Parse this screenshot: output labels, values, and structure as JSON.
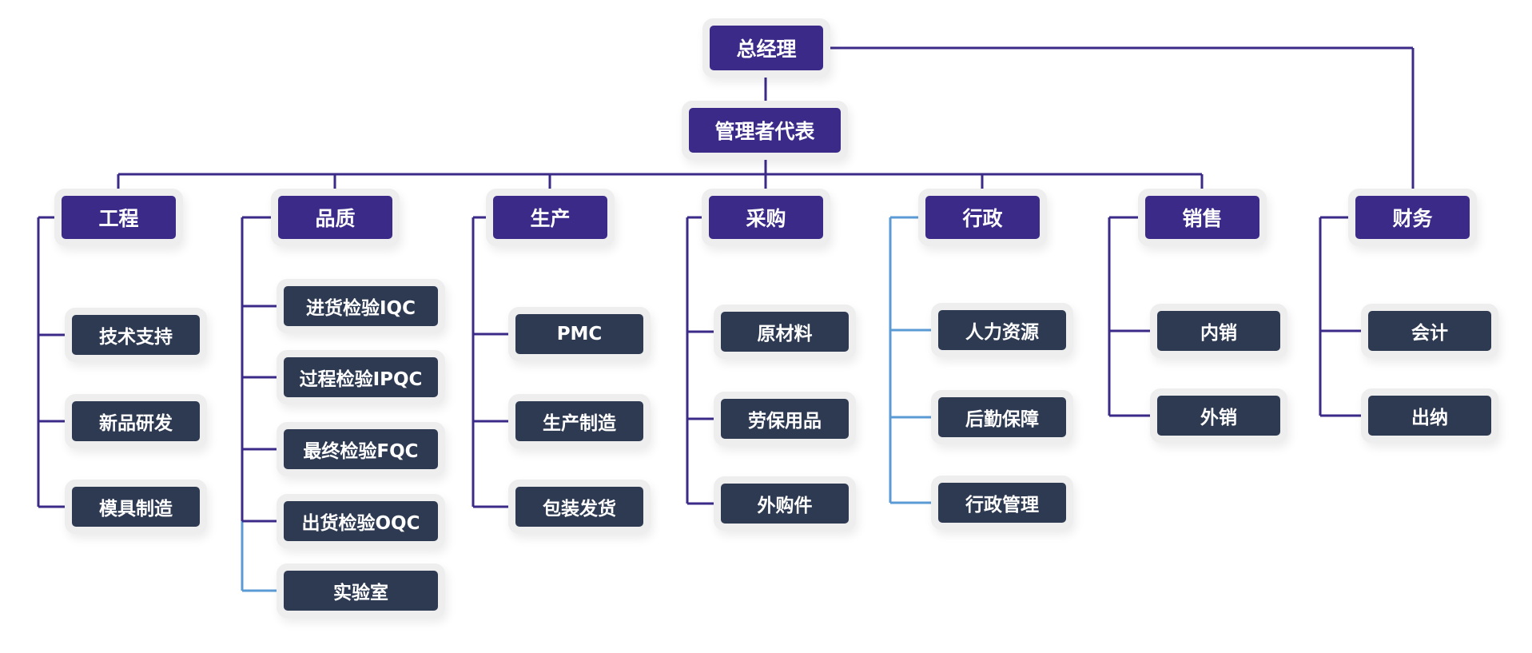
{
  "colors": {
    "header_fill": "#3b2a88",
    "sub_fill": "#2d3a52",
    "connector": "#3b2a88",
    "connector_light": "#5b9bd5",
    "text": "#ffffff"
  },
  "top": {
    "label": "总经理"
  },
  "rep": {
    "label": "管理者代表"
  },
  "departments": [
    {
      "label": "工程",
      "subs": [
        "技术支持",
        "新品研发",
        "模具制造"
      ]
    },
    {
      "label": "品质",
      "subs": [
        "进货检验IQC",
        "过程检验IPQC",
        "最终检验FQC",
        "出货检验OQC",
        "实验室"
      ]
    },
    {
      "label": "生产",
      "subs": [
        "PMC",
        "生产制造",
        "包装发货"
      ]
    },
    {
      "label": "采购",
      "subs": [
        "原材料",
        "劳保用品",
        "外购件"
      ]
    },
    {
      "label": "行政",
      "subs": [
        "人力资源",
        "后勤保障",
        "行政管理"
      ]
    },
    {
      "label": "销售",
      "subs": [
        "内销",
        "外销"
      ]
    },
    {
      "label": "财务",
      "subs": [
        "会计",
        "出纳"
      ]
    }
  ]
}
